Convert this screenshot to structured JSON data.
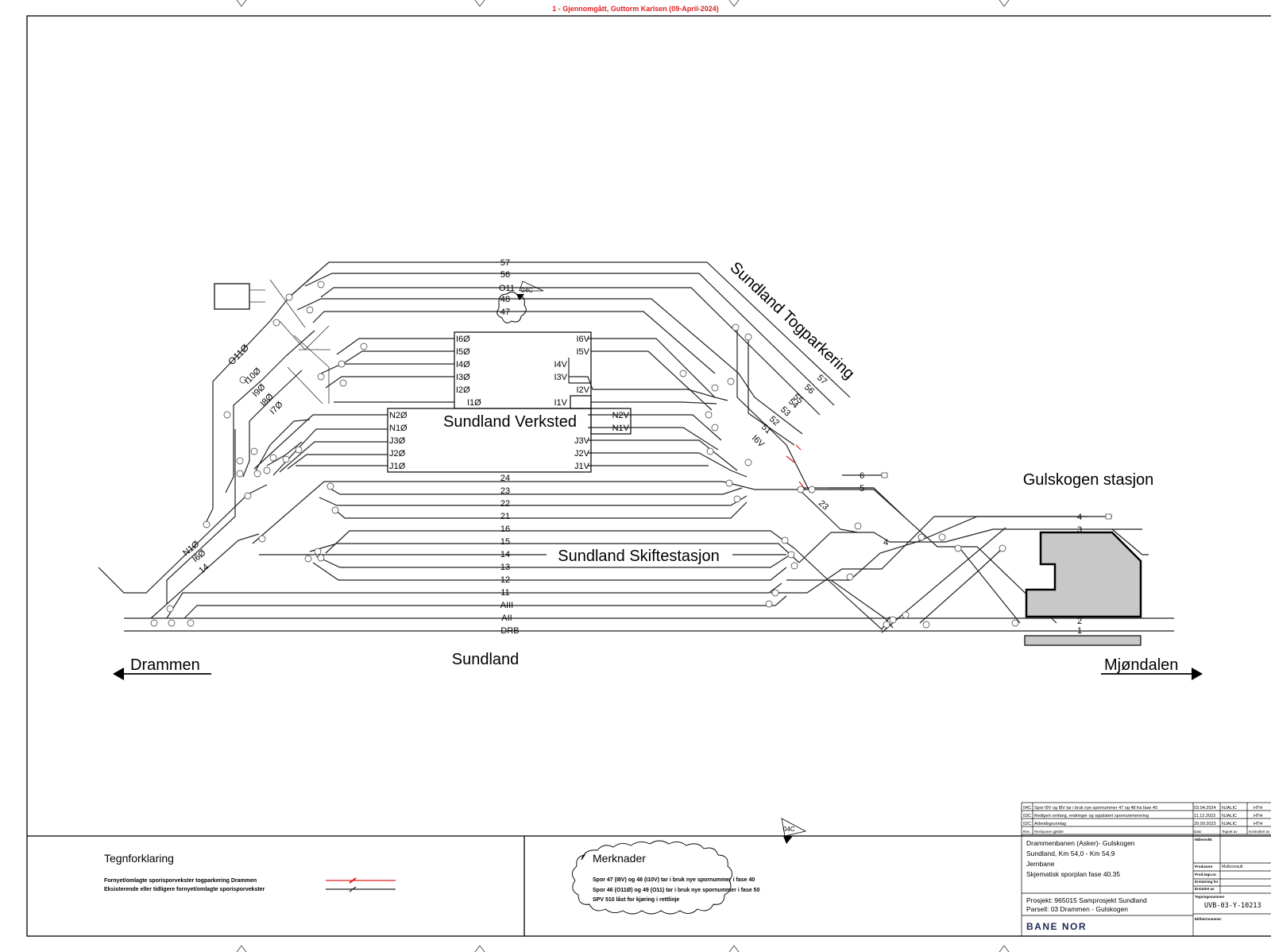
{
  "revision_note": "1 - Gjennomgått, Guttorm Karlsen (09-April-2024)",
  "areas": {
    "verksted": "Sundland Verksted",
    "togparkering": "Sundland Togparkering",
    "skiftestasjon": "Sundland Skiftestasjon",
    "gulskogen": "Gulskogen stasjon",
    "sundland": "Sundland"
  },
  "directions": {
    "left": "Drammen",
    "right": "Mjøndalen"
  },
  "top_tracks": [
    "57",
    "56",
    "O11",
    "48",
    "47"
  ],
  "yard_upper": [
    "24",
    "23",
    "22",
    "21"
  ],
  "yard_lower": [
    "16",
    "15",
    "14",
    "13",
    "12",
    "11"
  ],
  "main_tracks": [
    "AIII",
    "AII",
    "DRB"
  ],
  "workshop_left_i": [
    "I6Ø",
    "I5Ø",
    "I4Ø",
    "I3Ø",
    "I2Ø",
    "I1Ø"
  ],
  "workshop_right_i": [
    "I6V",
    "I5V",
    "I4V",
    "I3V",
    "I2V",
    "I1V"
  ],
  "workshop_left_nj": [
    "N2Ø",
    "N1Ø",
    "J3Ø",
    "J2Ø",
    "J1Ø"
  ],
  "workshop_right_nj": [
    "N2V",
    "N1V",
    "J3V",
    "J2V",
    "J1V"
  ],
  "left_branch_labels": [
    "O11Ø",
    "I10Ø",
    "I9Ø",
    "I8Ø",
    "I7Ø",
    "N1Ø",
    "I6Ø",
    "14"
  ],
  "parking_labels": [
    "57",
    "56",
    "55",
    "54",
    "53",
    "52",
    "51",
    "I6V"
  ],
  "track_23_label": "23",
  "track_4_label": "4",
  "gulskogen_tracks": [
    "6",
    "5",
    "4",
    "3",
    "2",
    "1"
  ],
  "cloud_tag": "04C",
  "legend": {
    "title": "Tegnforklaring",
    "items": [
      "Fornyet/omlagte sporisporvekster togparkering Drammen",
      "Eksisterende eller tidligere fornyet/omlagte sporisporvekster"
    ]
  },
  "remarks": {
    "title": "Merknader",
    "lines": [
      "Spor 47 (I8V) og 48 (I10V) tar i bruk nye spornummer i fase 40",
      "Spor 46 (O11Ø) og 49 (O11) tar i bruk nye spornummer i fase 50",
      "SPV 510 låst for kjøring i rettlinje"
    ]
  },
  "title_block": {
    "revisions": [
      {
        "rev": "04C",
        "text": "Spor I9V og I8V tar i bruk nye spornummer 47 og 48 fra fase 40",
        "date": "03.04.2024",
        "by": "NJALIC",
        "chk": "HTH"
      },
      {
        "rev": "03C",
        "text": "Redigert omfang, endringer og oppdatert spornummerering",
        "date": "11.12.2023",
        "by": "NJALIC",
        "chk": "HTH"
      },
      {
        "rev": "02C",
        "text": "Arbeidsgrunnlag",
        "date": "29.09.2023",
        "by": "NJALIC",
        "chk": "HTH"
      }
    ],
    "header_row": [
      "Rev.",
      "Revisjonen gjelder",
      "Dato",
      "Tegnet av",
      "Kontrollert av"
    ],
    "description": [
      "Drammenbanen (Asker)- Gulskogen",
      "Sundland, Km 54,0 - Km 54,9",
      "Jernbane",
      "Skjematisk sporplan fase 40.35"
    ],
    "project": [
      "Prosjekt: 965015 Samprosjekt Sundland",
      "Parsell: 03 Drammen - Gulskogen"
    ],
    "right_labels": [
      "Målestokk",
      "Produsent",
      "Prod.tegn.nr.",
      "Erstatning for",
      "Erstattet av",
      "Tegningsnummer",
      "Ekfiteirnummer:"
    ],
    "produsent": "Multiconsult",
    "drawing_number": "UVB-03-Y-10213",
    "logo": "BANE NOR"
  }
}
